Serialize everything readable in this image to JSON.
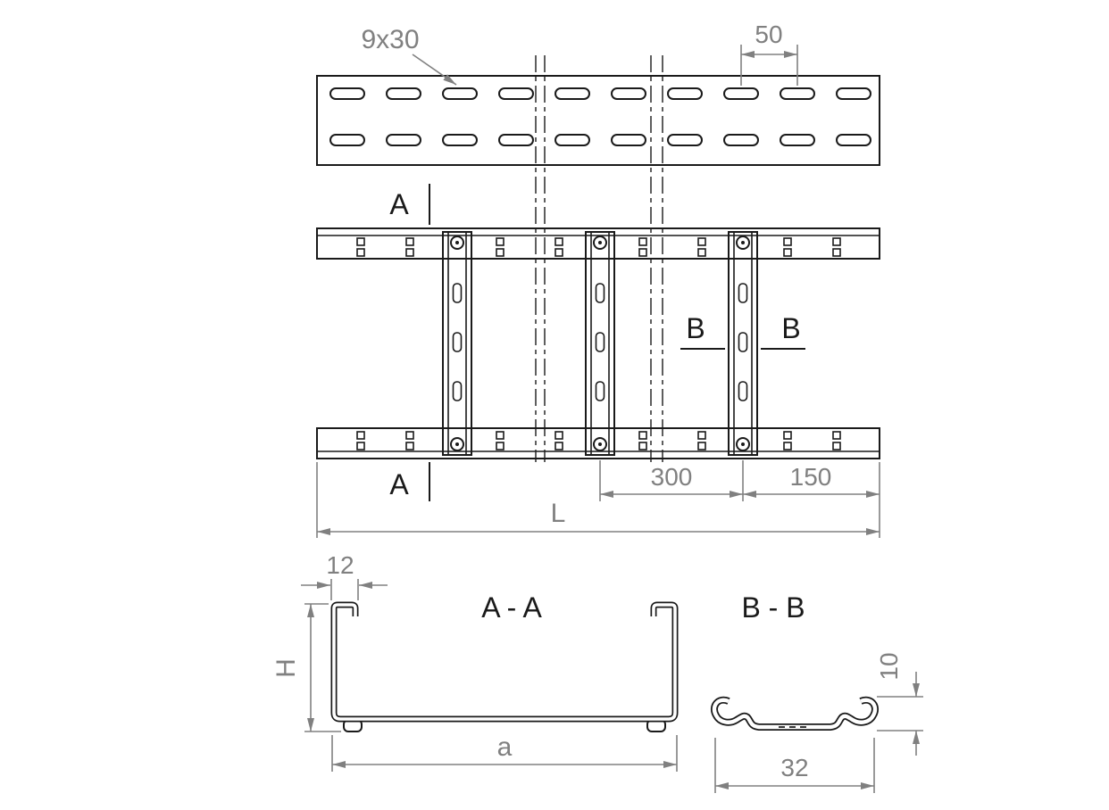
{
  "colors": {
    "line": "#1a1a1a",
    "dimension": "#808080",
    "background": "#ffffff"
  },
  "plan": {
    "slot_label": "9x30",
    "slot_pitch": "50",
    "section_a": "A",
    "section_b": "B",
    "dim_rung_spacing": "300",
    "dim_end_offset": "150",
    "dim_length": "L"
  },
  "section_aa": {
    "title": "A - A",
    "dim_lip": "12",
    "dim_height": "H",
    "dim_width": "a"
  },
  "section_bb": {
    "title": "B - B",
    "dim_height": "10",
    "dim_width": "32"
  }
}
